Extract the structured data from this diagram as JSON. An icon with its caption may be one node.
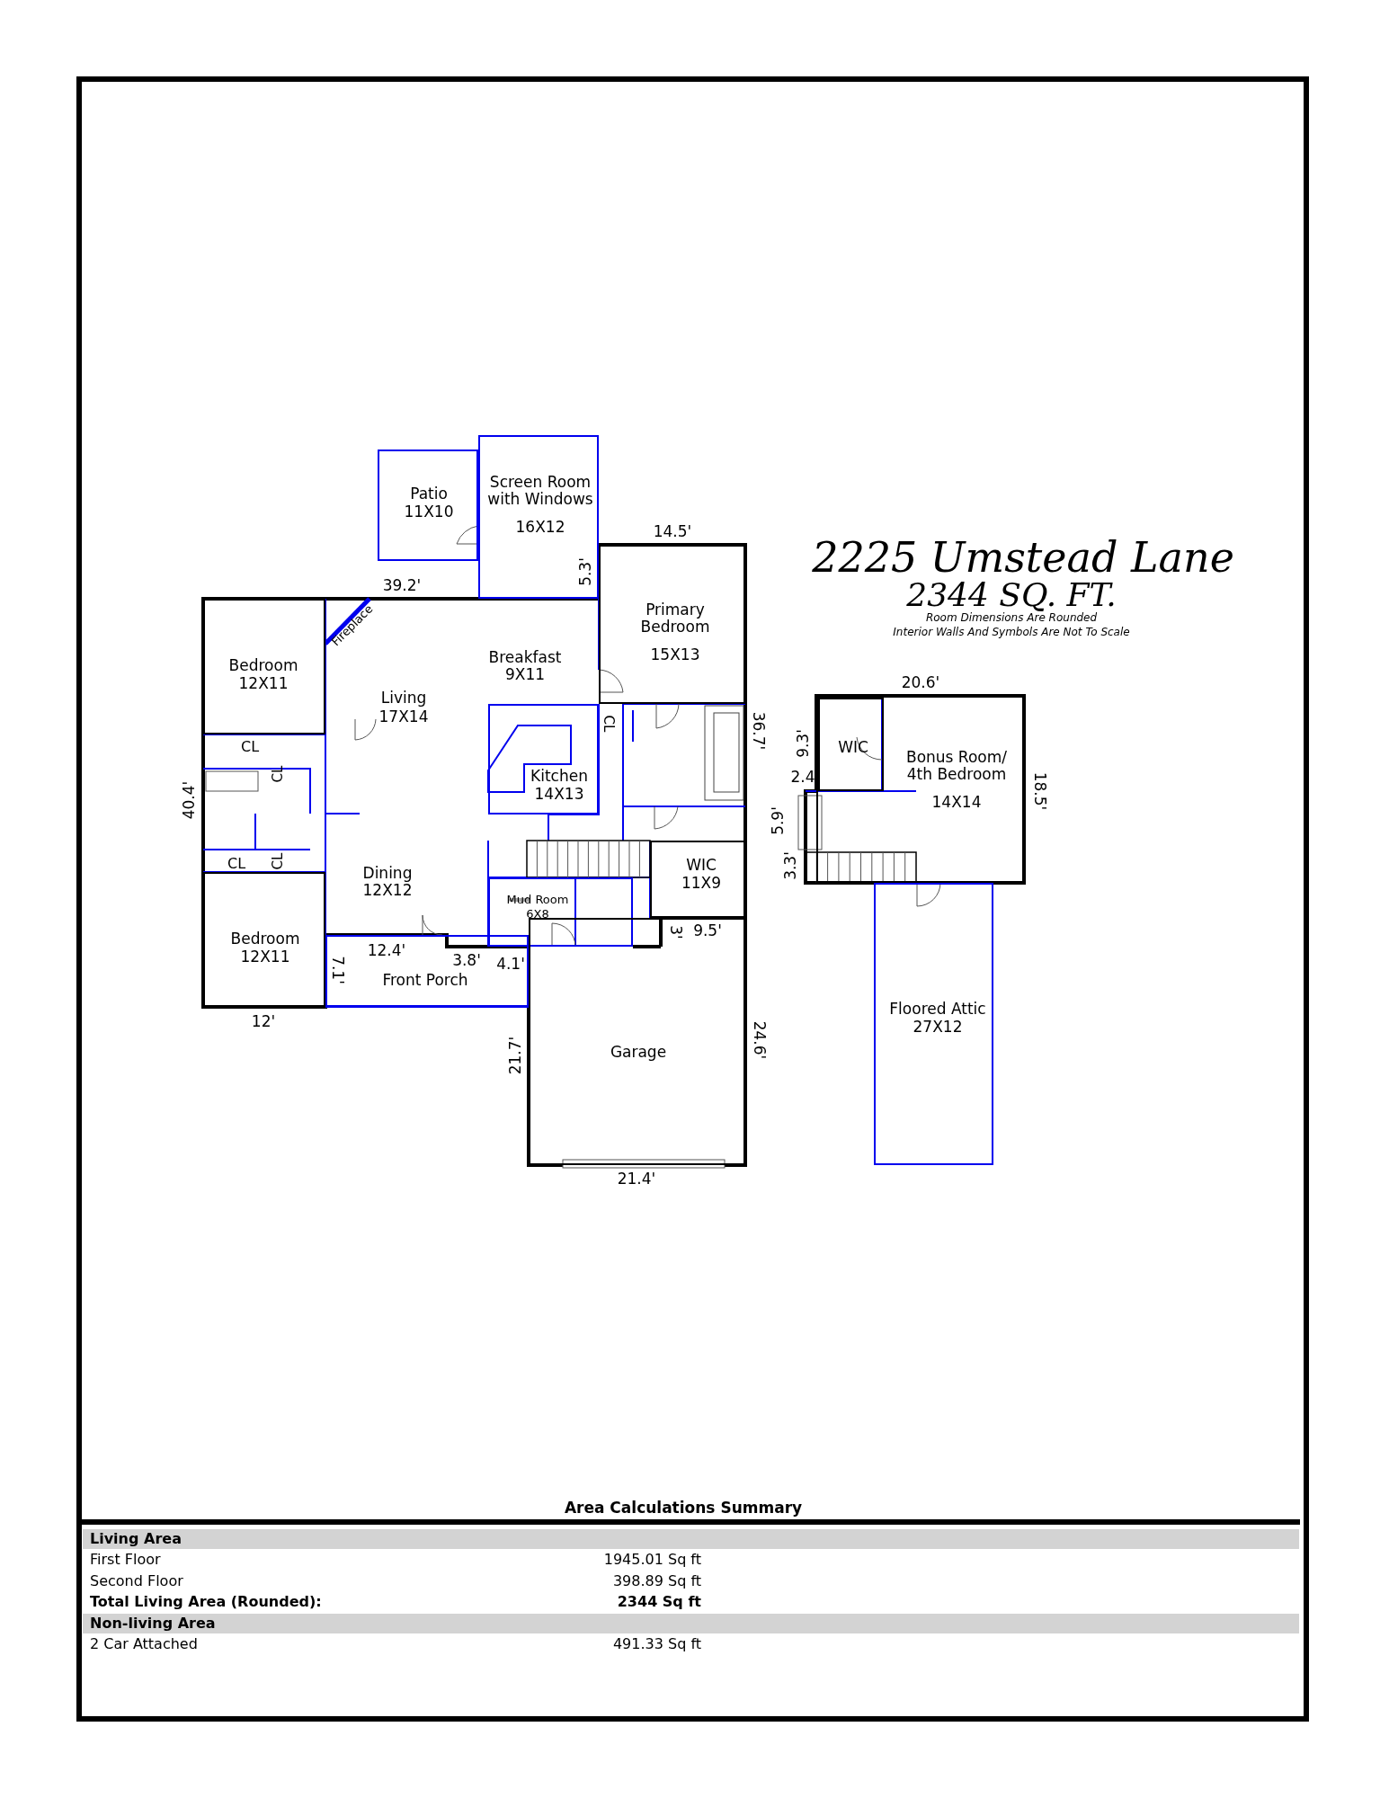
{
  "diagram": {
    "title": "2225 Umstead Lane",
    "nodes": [
      {
        "text": [
          "Patio",
          "11X10"
        ]
      },
      {
        "text": [
          "Screen Room with Windows",
          "16X12"
        ]
      },
      {
        "text": [
          "Primary Bedroom",
          "15X13"
        ]
      },
      {
        "text": [
          "Bedroom",
          "12X11"
        ]
      },
      {
        "text": [
          "Kitchen",
          "14X13"
        ]
      },
      {
        "text": [
          "Mud Room",
          "6X8"
        ]
      },
      {
        "text": [
          "WIC",
          "11X9"
        ]
      },
      {
        "text": [
          "Bedroom",
          "12X11"
        ]
      },
      {
        "text": [
          "Front Porch"
        ]
      },
      {
        "text": [
          "Garage"
        ]
      },
      {
        "text": [
          "Bonus Room/ 4th Bedroom",
          "14X14"
        ]
      },
      {
        "text": [
          "WIC"
        ],
        "in": 10
      },
      {
        "text": [
          "Floored Attic",
          "27X12"
        ]
      }
    ],
    "labels": [
      "2344 SQ. FT.",
      "Room Dimensions Are Rounded",
      "Interior Walls And Symbols Are Not To Scale",
      "14.5'",
      "5.3'",
      "39.2'",
      "Fireplace",
      "Breakfast",
      "9X11",
      "Living",
      "17X14",
      "36.7'",
      "CL",
      "CL",
      "20.6'",
      "9.3'",
      "2.4",
      "18.5'",
      "CL",
      "40.4'",
      "5.9'",
      "CL",
      "CL",
      "3.3'",
      "Dining",
      "12X12",
      "3.8'",
      "3'",
      "9.5'",
      "12.4'",
      "4.1'",
      "7.1'",
      "12'",
      "24.6'",
      "21.7'",
      "21.4'",
      "Area Calculations Summary",
      "Living Area",
      "First Floor",
      "1945.01 Sq ft",
      "Second Floor",
      "398.89 Sq ft",
      "Total Living Area (Rounded):",
      "2344 Sq ft",
      "Non-living Area",
      "2 Car Attached",
      "491.33 Sq ft"
    ]
  }
}
